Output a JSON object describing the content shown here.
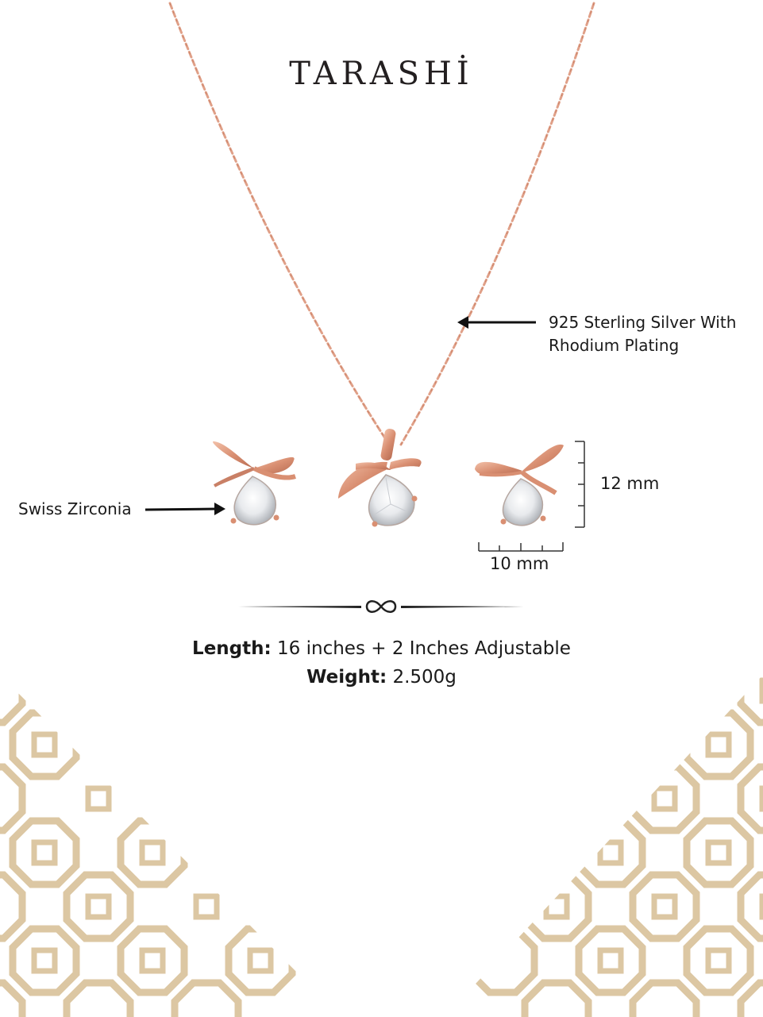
{
  "brand": {
    "name": "TARASHİ",
    "accent_color": "#c41e3a"
  },
  "callouts": {
    "silver": [
      "925 Sterling Silver With",
      "Rhodium Plating"
    ],
    "zirconia": "Swiss Zirconia"
  },
  "dimensions": {
    "height": "12 mm",
    "width": "10 mm"
  },
  "specs": {
    "length_label": "Length:",
    "length_value": " 16 inches + 2 Inches Adjustable",
    "weight_label": "Weight:",
    "weight_value": " 2.500g"
  },
  "colors": {
    "chain": "#d99a80",
    "pattern": "#dcc7a3",
    "text": "#1a1a1a"
  }
}
